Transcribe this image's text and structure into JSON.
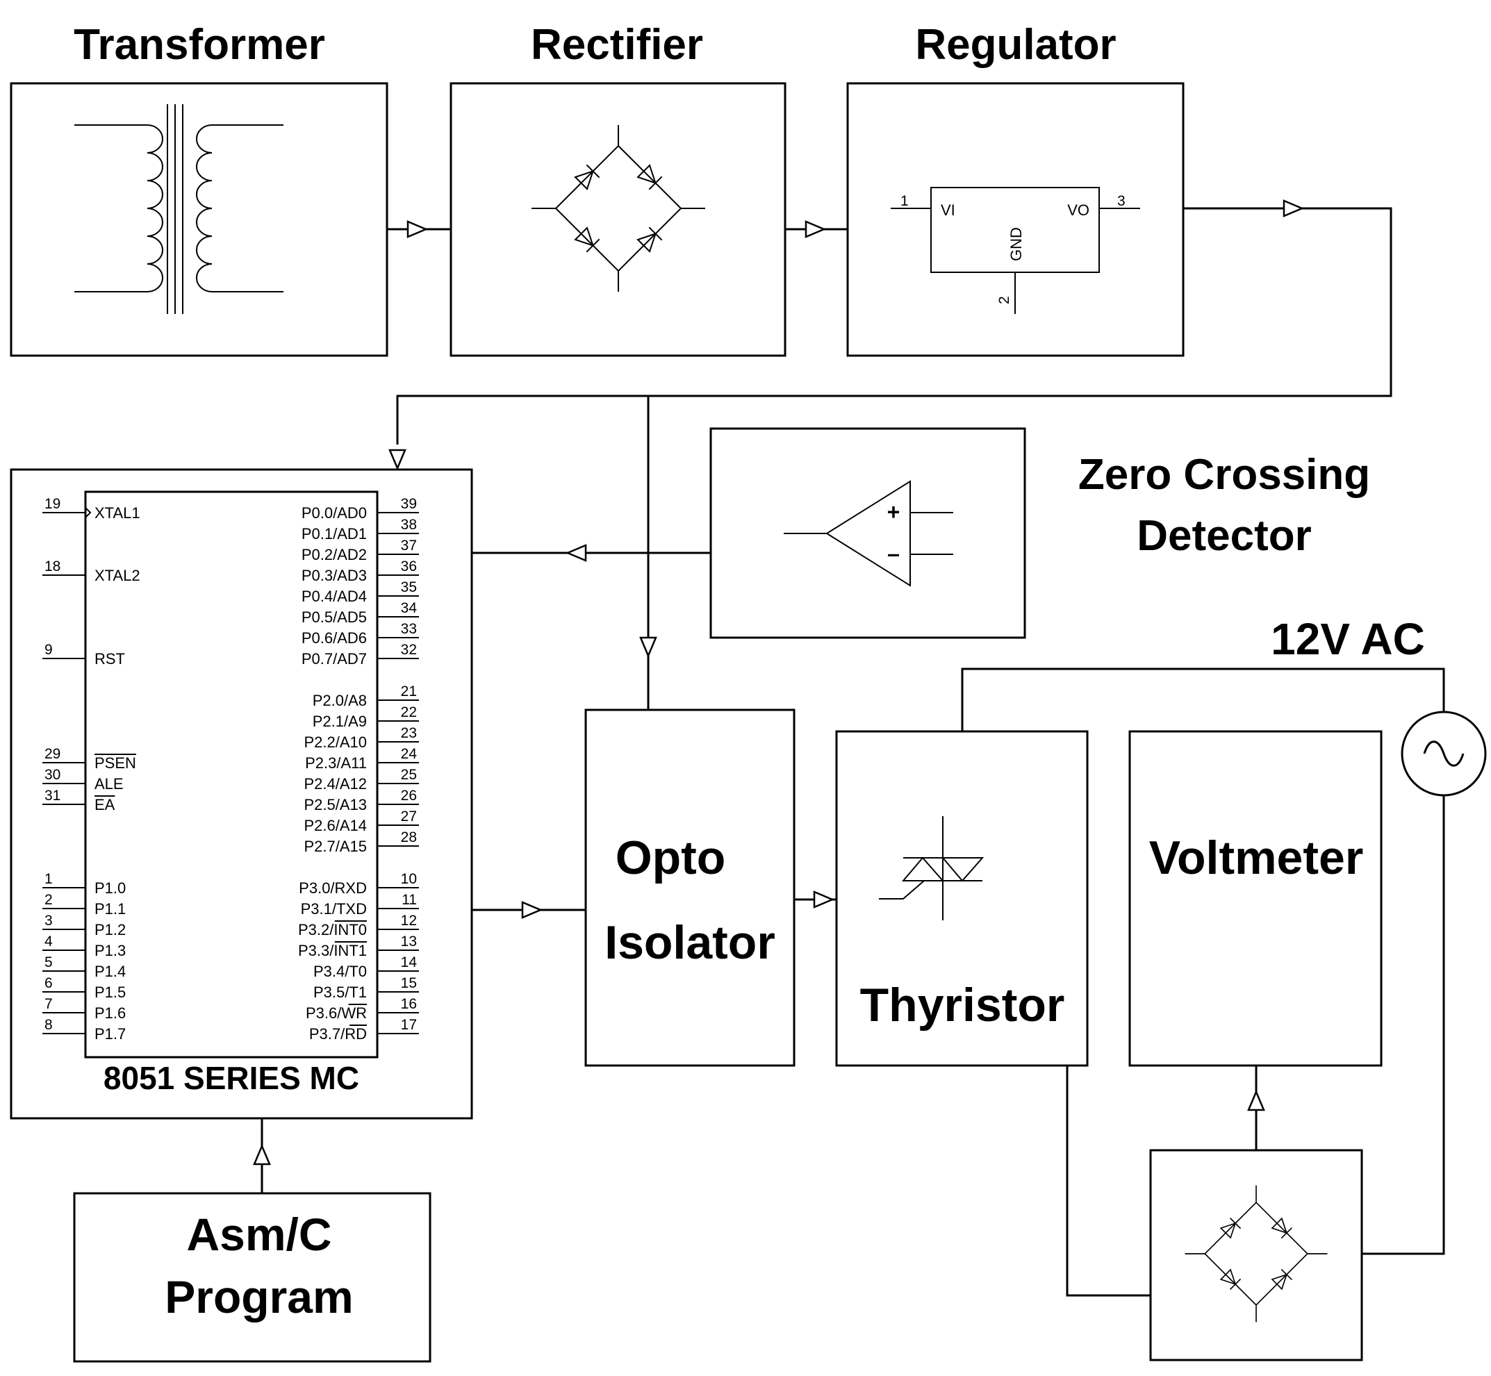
{
  "blocks": {
    "transformer": "Transformer",
    "rectifier": "Rectifier",
    "regulator": "Regulator",
    "zcd_line1": "Zero Crossing",
    "zcd_line2": "Detector",
    "ac_source": "12V AC",
    "opto_line1": "Opto",
    "opto_line2": "Isolator",
    "thyristor": "Thyristor",
    "voltmeter": "Voltmeter",
    "program_line1": "Asm/C",
    "program_line2": "Program",
    "mcu": "8051 SERIES MC"
  },
  "regulator_ic": {
    "vi": "VI",
    "vo": "VO",
    "gnd": "GND",
    "pin_in": "1",
    "pin_out": "3",
    "pin_gnd": "2"
  },
  "opamp": {
    "plus": "+",
    "minus": "–"
  },
  "mcu_left_pins": [
    {
      "num": "19",
      "name": "XTAL1",
      "overline": false
    },
    {
      "num": "18",
      "name": "XTAL2",
      "overline": false
    },
    {
      "num": "9",
      "name": "RST",
      "overline": false
    },
    {
      "num": "29",
      "name": "PSEN",
      "overline": true
    },
    {
      "num": "30",
      "name": "ALE",
      "overline": false
    },
    {
      "num": "31",
      "name": "EA",
      "overline": true
    },
    {
      "num": "1",
      "name": "P1.0",
      "overline": false
    },
    {
      "num": "2",
      "name": "P1.1",
      "overline": false
    },
    {
      "num": "3",
      "name": "P1.2",
      "overline": false
    },
    {
      "num": "4",
      "name": "P1.3",
      "overline": false
    },
    {
      "num": "5",
      "name": "P1.4",
      "overline": false
    },
    {
      "num": "6",
      "name": "P1.5",
      "overline": false
    },
    {
      "num": "7",
      "name": "P1.6",
      "overline": false
    },
    {
      "num": "8",
      "name": "P1.7",
      "overline": false
    }
  ],
  "mcu_right_pins": [
    {
      "num": "39",
      "name": "P0.0/AD0"
    },
    {
      "num": "38",
      "name": "P0.1/AD1"
    },
    {
      "num": "37",
      "name": "P0.2/AD2"
    },
    {
      "num": "36",
      "name": "P0.3/AD3"
    },
    {
      "num": "35",
      "name": "P0.4/AD4"
    },
    {
      "num": "34",
      "name": "P0.5/AD5"
    },
    {
      "num": "33",
      "name": "P0.6/AD6"
    },
    {
      "num": "32",
      "name": "P0.7/AD7"
    },
    {
      "num": "21",
      "name": "P2.0/A8"
    },
    {
      "num": "22",
      "name": "P2.1/A9"
    },
    {
      "num": "23",
      "name": "P2.2/A10"
    },
    {
      "num": "24",
      "name": "P2.3/A11"
    },
    {
      "num": "25",
      "name": "P2.4/A12"
    },
    {
      "num": "26",
      "name": "P2.5/A13"
    },
    {
      "num": "27",
      "name": "P2.6/A14"
    },
    {
      "num": "28",
      "name": "P2.7/A15"
    },
    {
      "num": "10",
      "name": "P3.0/RXD",
      "prefix": "",
      "over": ""
    },
    {
      "num": "11",
      "name": "P3.1/TXD",
      "prefix": "",
      "over": ""
    },
    {
      "num": "12",
      "name": "P3.2/INT0",
      "prefix": "P3.2/",
      "over": "INT0"
    },
    {
      "num": "13",
      "name": "P3.3/INT1",
      "prefix": "P3.3/",
      "over": "INT1"
    },
    {
      "num": "14",
      "name": "P3.4/T0",
      "prefix": "",
      "over": ""
    },
    {
      "num": "15",
      "name": "P3.5/T1",
      "prefix": "",
      "over": ""
    },
    {
      "num": "16",
      "name": "P3.6/WR",
      "prefix": "P3.6/",
      "over": "WR"
    },
    {
      "num": "17",
      "name": "P3.7/RD",
      "prefix": "P3.7/",
      "over": "RD"
    }
  ]
}
